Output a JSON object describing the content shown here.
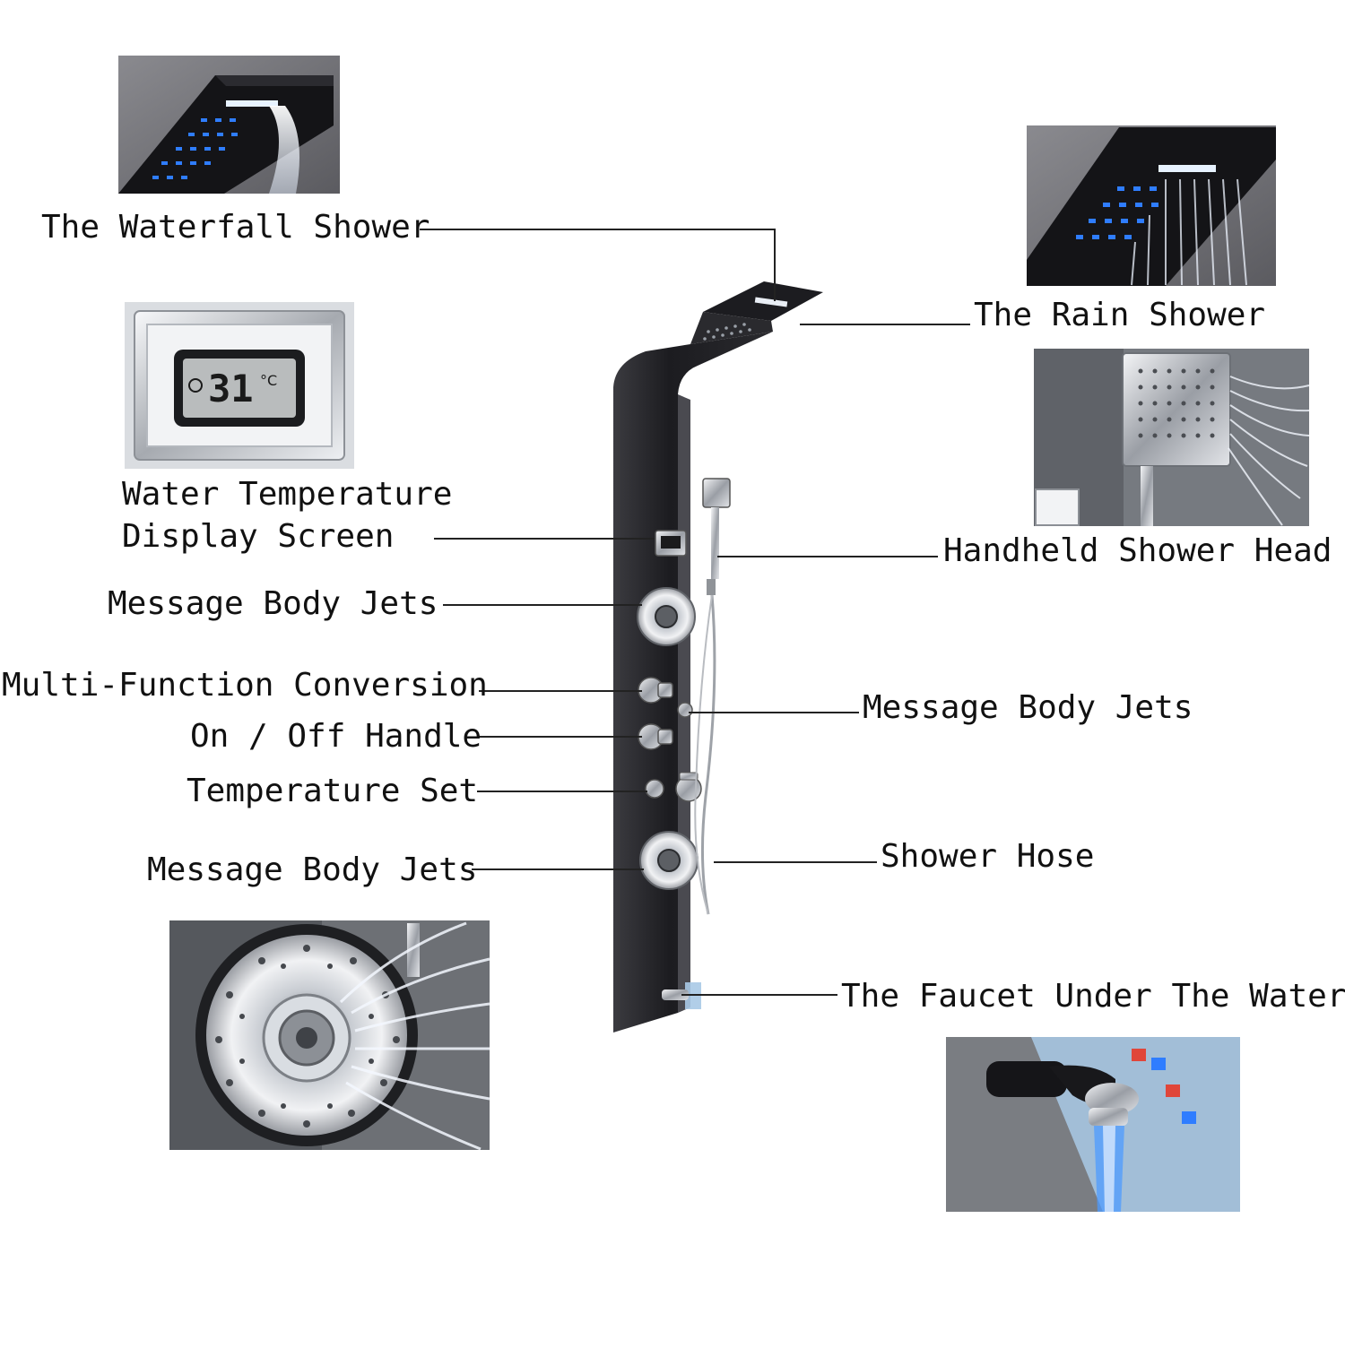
{
  "labels": {
    "waterfall": "The Waterfall Shower",
    "rain": "The Rain Shower",
    "temp_display_line1": "Water Temperature",
    "temp_display_line2": "Display Screen",
    "handheld": "Handheld Shower Head",
    "jets_upper_left": "Message Body Jets",
    "multi_function": "Multi-Function Conversion",
    "jets_right": "Message Body Jets",
    "on_off": "On / Off Handle",
    "temperature_set": "Temperature Set",
    "jets_lower_left": "Message Body Jets",
    "hose": "Shower Hose",
    "faucet": "The Faucet Under The Water"
  },
  "display": {
    "reading": "31",
    "unit": "°C"
  },
  "colors": {
    "panel": "#1f1f22",
    "panel_edge": "#3a3a3e",
    "chrome": "#c9ccd0",
    "led_blue": "#2f7dff",
    "photo_bg": "#6f6f74",
    "line": "#222222",
    "text": "#111111"
  },
  "icons": [
    "waterfall-photo",
    "lcd-display-photo",
    "rain-shower-photo",
    "handheld-head-photo",
    "body-jet-photo",
    "faucet-photo"
  ]
}
